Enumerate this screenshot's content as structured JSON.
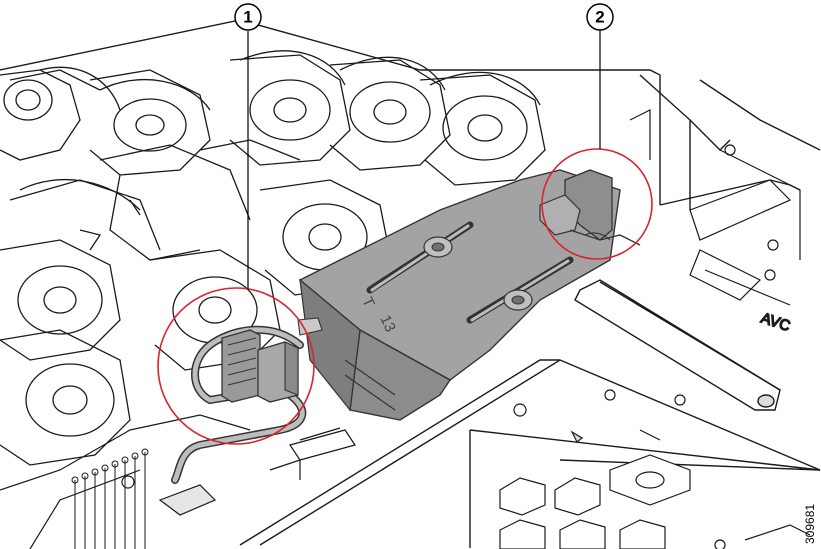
{
  "callouts": [
    {
      "id": 1,
      "label": "1"
    },
    {
      "id": 2,
      "label": "2"
    }
  ],
  "figure_number": "309681",
  "part_marking_left": "13",
  "part_marking_right": "AVC",
  "colors": {
    "callout_circle": "#d9232e",
    "bracket_fill": "#a3a3a3",
    "bracket_stroke": "#333333",
    "line_art": "#1a1a1a",
    "connector_fill": "#9a9a9a"
  }
}
